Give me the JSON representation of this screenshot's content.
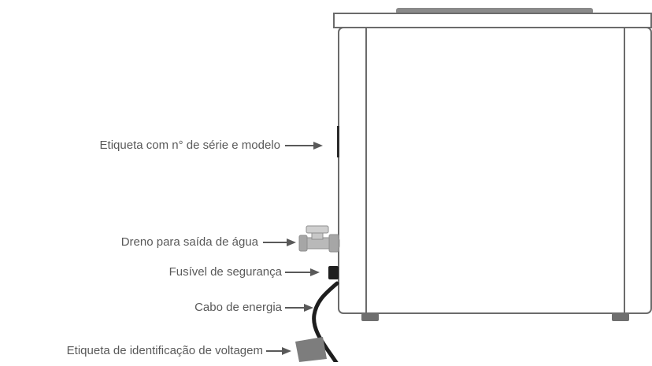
{
  "labels": {
    "serial_label": "Etiqueta com n° de série e modelo",
    "drain": "Dreno para saída de água",
    "fuse": "Fusível de segurança",
    "power_cable": "Cabo de energia",
    "voltage_label": "Etiqueta de identificação de voltagem"
  },
  "colors": {
    "text": "#595959",
    "outline": "#6b6b6b",
    "arrow": "#595959",
    "body_fill": "#ffffff",
    "lid_handle": "#8a8a8a",
    "feet": "#6f6f6f",
    "cable": "#1e1e1e",
    "valve": "#b9b9b9",
    "tag": "#7d7d7d"
  }
}
